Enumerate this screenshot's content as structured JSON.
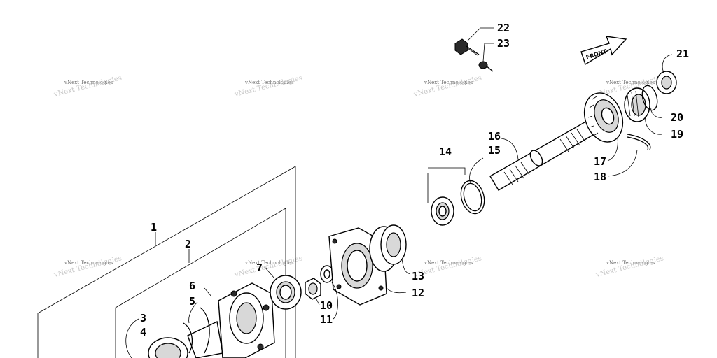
{
  "callouts": [
    {
      "id": "c1",
      "text": "1"
    },
    {
      "id": "c2",
      "text": "2"
    },
    {
      "id": "c3",
      "text": "3"
    },
    {
      "id": "c4",
      "text": "4"
    },
    {
      "id": "c5",
      "text": "5"
    },
    {
      "id": "c6",
      "text": "6"
    },
    {
      "id": "c7",
      "text": "7"
    },
    {
      "id": "c10",
      "text": "10"
    },
    {
      "id": "c11",
      "text": "11"
    },
    {
      "id": "c12",
      "text": "12"
    },
    {
      "id": "c13",
      "text": "13"
    },
    {
      "id": "c14",
      "text": "14"
    },
    {
      "id": "c15",
      "text": "15"
    },
    {
      "id": "c16",
      "text": "16"
    },
    {
      "id": "c17",
      "text": "17"
    },
    {
      "id": "c18",
      "text": "18"
    },
    {
      "id": "c19",
      "text": "19"
    },
    {
      "id": "c20",
      "text": "20"
    },
    {
      "id": "c21",
      "text": "21"
    },
    {
      "id": "c22",
      "text": "22"
    },
    {
      "id": "c23",
      "text": "23"
    }
  ],
  "front_label": "FRONT",
  "watermark": "vNext Technologies"
}
